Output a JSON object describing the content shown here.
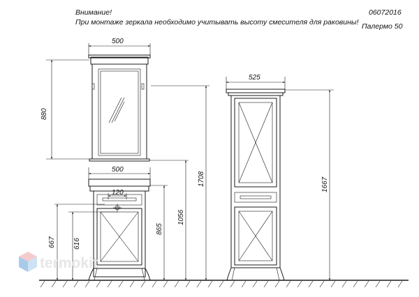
{
  "header": {
    "warning_title": "Внимание!",
    "warning_text": "При монтаже зеркала необходимо учитывать высоту смесителя для раковины!",
    "doc_code": "06072016",
    "model": "Палермо  50"
  },
  "dimensions": {
    "mirror_width": "500",
    "mirror_height": "880",
    "vanity_width": "500",
    "tap_width": "120",
    "mirror_bottom_height": "1056",
    "mirror_top_height": "1708",
    "vanity_height": "865",
    "drawer_height": "667",
    "tap_height": "616",
    "column_width": "525",
    "column_height": "1667"
  },
  "watermark": {
    "text": "termokit",
    "icon": "cube-logo-icon"
  }
}
